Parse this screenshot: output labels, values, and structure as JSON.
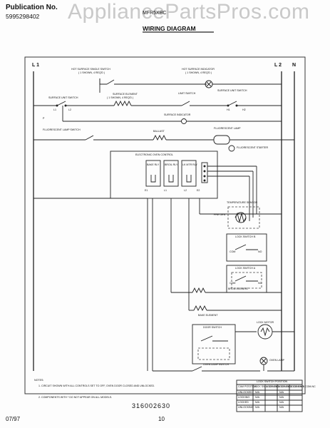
{
  "header": {
    "publication_label": "Publication No.",
    "publication_number": "5995298402",
    "model": "MFR5XBC",
    "diagram_title": "WIRING DIAGRAM",
    "watermark": "AppliancePartsPros.com"
  },
  "terminals": {
    "l1": "L 1",
    "l2": "L 2",
    "n": "N"
  },
  "components": {
    "hot_surface_switch": "HOT SURFACE SINGLE SWITCH",
    "hot_surface_switch_note": "( 1 SHOWN, 4 REQ'D )",
    "hot_surface_indicator": "HOT SURFACE INDICATOR",
    "hot_surface_indicator_note": "( 1 SHOWN, 4 REQ'D )",
    "surface_unit_switch_left": "SURFACE UNIT SWITCH",
    "surface_element": "SURFACE ELEMENT",
    "surface_element_note": "( 1 SHOWN, 4 REQ'D )",
    "limit_switch": "LIMIT SWITCH",
    "surface_unit_switch_right": "SURFACE UNIT SWITCH",
    "surface_indicator": "SURFACE INDICATOR",
    "fluorescent_lamp_switch": "FLUORESCENT LAMP SWITCH",
    "ballast": "BALLAST",
    "fluorescent_lamp": "FLUORESCENT LAMP",
    "fluorescent_starter": "FLUORESCENT STARTER",
    "oven_control": "ELECTRONIC OVEN CONTROL",
    "temperature_sensor": "TEMPERATURE SENSOR",
    "pre_oen": "PRE OEN",
    "lock_switch_b": "LOCK SWITCH B",
    "lock_switch_a": "LOCK SWITCH A",
    "broil_element": "BROIL ELEMENT",
    "bake_element": "BAKE ELEMENT",
    "door_switch": "DOOR SWITCH",
    "lock_motor": "LOCK MOTOR",
    "oven_lamp": "OVEN LAMP",
    "oven_lamp_switch": "OVEN LAMP SWITCH"
  },
  "relays": [
    {
      "label": "BAKE RLY"
    },
    {
      "label": "BROIL RLY"
    },
    {
      "label": "LK MTR RLY"
    }
  ],
  "terminal_marks": {
    "com": "COM",
    "no": "NO",
    "nc": "NC",
    "p": "P",
    "l1": "L1",
    "l2": "L2",
    "h1": "H1",
    "h2": "H2",
    "e1": "E1",
    "e2": "E2",
    "l1b": "L1",
    "l2b": "L2"
  },
  "notes": {
    "heading": "NOTES:",
    "note1": "1.  CIRCUIT SHOWN WITH ALL CONTROLS SET TO OFF, OVEN DOOR CLOSED AND UNLOCKED.",
    "note2": "2.  COMPONENTS WITH * DO NOT APPEAR ON ALL MODELS."
  },
  "lock_table": {
    "title": "LOCK SWITCH POSITION",
    "headers": [
      "CAM POSITION",
      "LOCK SW A COM-NO",
      "LOCK SW A COM-NC",
      "LOCK SW B COM-NO",
      "LOCK SW B COM-NC"
    ],
    "rows": [
      [
        "UNLOCKED",
        "N/A",
        "",
        "N/A",
        ""
      ],
      [
        "LOCKING",
        "N/A",
        "",
        "N/A",
        ""
      ],
      [
        "LOCKED",
        "N/A",
        "",
        "N/A",
        ""
      ],
      [
        "UNLOCKING",
        "N/A",
        "",
        "N/A",
        ""
      ]
    ]
  },
  "footer": {
    "date": "07/97",
    "page": "10",
    "part_number": "316002630"
  }
}
